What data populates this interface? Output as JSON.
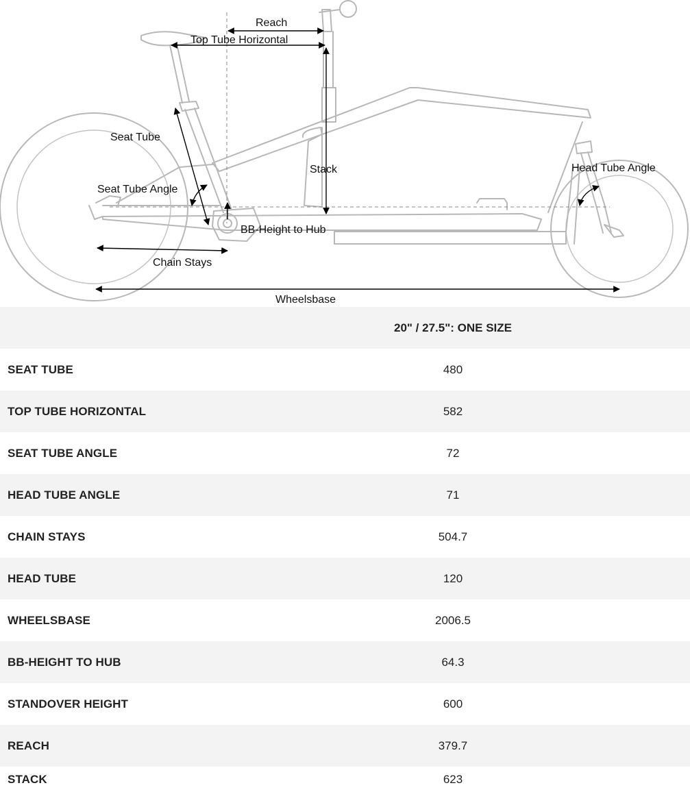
{
  "diagram": {
    "labels": {
      "reach": "Reach",
      "top_tube_horizontal": "Top Tube Horizontal",
      "seat_tube": "Seat Tube",
      "stack": "Stack",
      "head_tube_angle": "Head Tube Angle",
      "seat_tube_angle": "Seat Tube Angle",
      "bb_height_to_hub": "BB-Height to Hub",
      "chain_stays": "Chain Stays",
      "wheelsbase": "Wheelsbase"
    }
  },
  "table": {
    "size_header": "20\" / 27.5\": ONE SIZE",
    "rows": [
      {
        "name": "SEAT TUBE",
        "value": "480"
      },
      {
        "name": "TOP TUBE HORIZONTAL",
        "value": "582"
      },
      {
        "name": "SEAT TUBE ANGLE",
        "value": "72"
      },
      {
        "name": "HEAD TUBE ANGLE",
        "value": "71"
      },
      {
        "name": "CHAIN STAYS",
        "value": "504.7"
      },
      {
        "name": "HEAD TUBE",
        "value": "120"
      },
      {
        "name": "WHEELSBASE",
        "value": "2006.5"
      },
      {
        "name": "BB-HEIGHT TO HUB",
        "value": "64.3"
      },
      {
        "name": "STANDOVER HEIGHT",
        "value": "600"
      },
      {
        "name": "REACH",
        "value": "379.7"
      },
      {
        "name": "STACK",
        "value": "623"
      }
    ]
  }
}
